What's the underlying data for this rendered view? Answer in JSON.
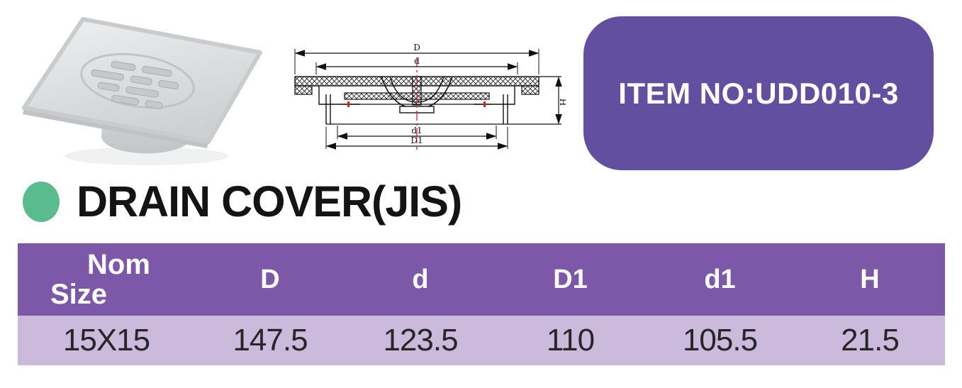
{
  "badge": {
    "label": "ITEM NO:UDD010-3",
    "bg_color": "#624fa0"
  },
  "heading": {
    "title": "DRAIN COVER(JIS)",
    "bullet_color": "#5abc8e"
  },
  "drawing": {
    "dim_labels": {
      "D": "D",
      "d": "d",
      "d1": "d1",
      "D1": "D1",
      "H": "H"
    },
    "centerline_color": "#e02020"
  },
  "table": {
    "header_bg": "#7d57a8",
    "row_bg": "#ccbadd",
    "header": {
      "nom_line1": "Nom",
      "nom_line2": "Size",
      "D": "D",
      "d": "d",
      "D1": "D1",
      "d1": "d1",
      "H": "H"
    },
    "row": {
      "nom_size": "15X15",
      "D": "147.5",
      "d": "123.5",
      "D1": "110",
      "d1": "105.5",
      "H": "21.5"
    }
  }
}
